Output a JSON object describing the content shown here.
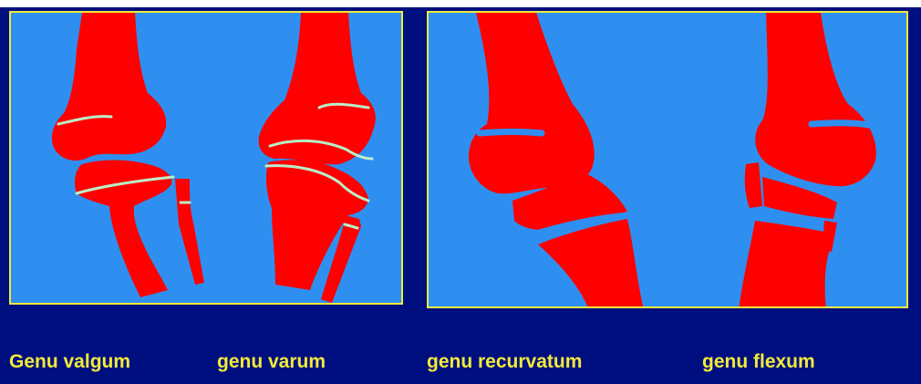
{
  "diagram": {
    "labels": {
      "genu_valgum": "Genu valgum",
      "genu_varum": "genu varum",
      "genu_recurvatum": "genu recurvatum",
      "genu_flexum": "genu flexum"
    },
    "colors": {
      "background": "#000f80",
      "panel": "#2f8ff0",
      "panel_border": "#f2ea3a",
      "bone": "#ff0000",
      "joint_line": "#b9f0c8",
      "label": "#f2ea3a"
    }
  }
}
